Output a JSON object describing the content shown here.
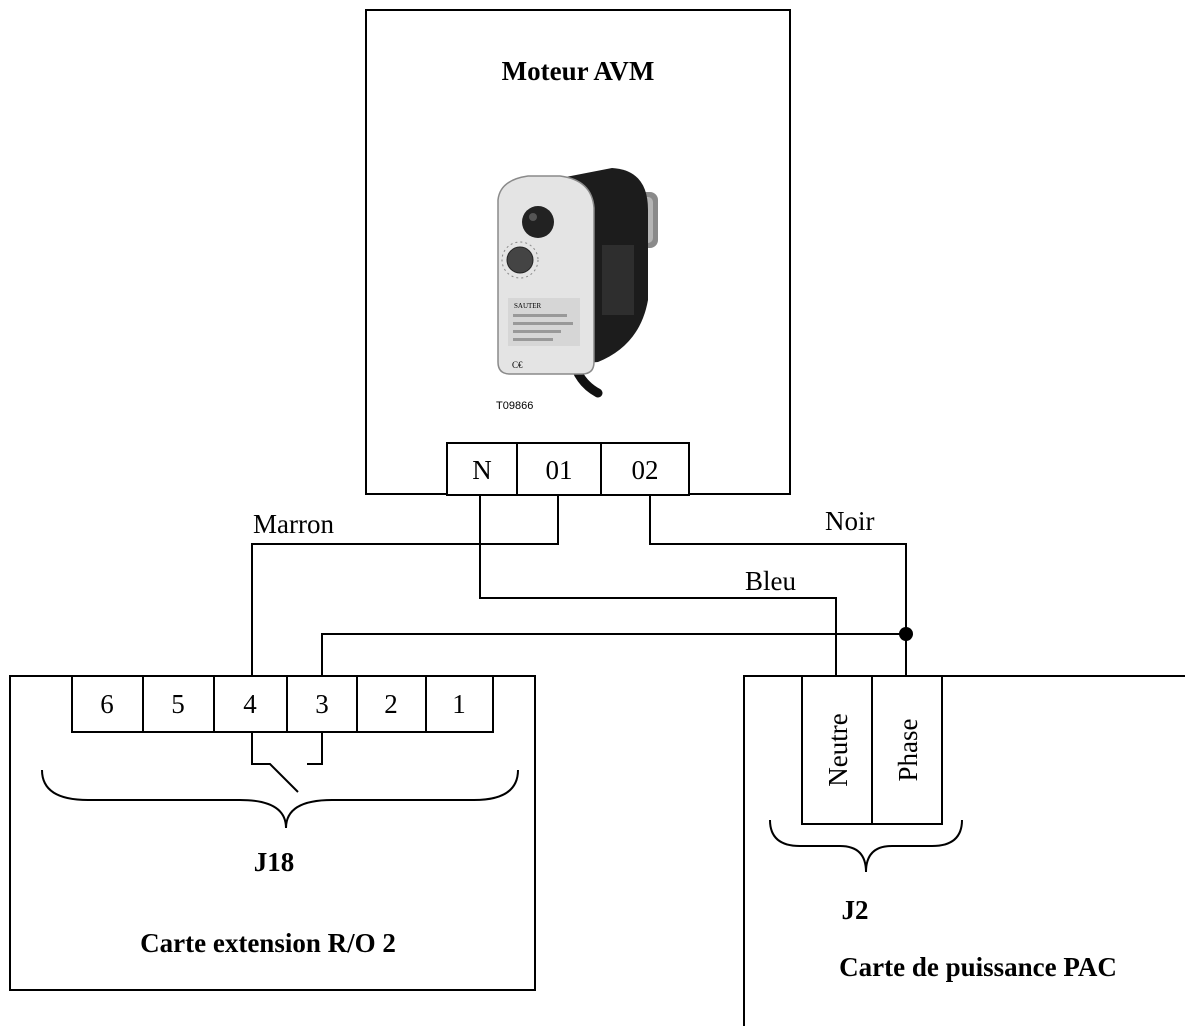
{
  "motor": {
    "title": "Moteur AVM",
    "photo_caption": "T09866",
    "brand": "SAUTER",
    "terminals": [
      "N",
      "01",
      "02"
    ]
  },
  "extension_card": {
    "title": "Carte extension R/O 2",
    "connector": "J18",
    "terminals": [
      "6",
      "5",
      "4",
      "3",
      "2",
      "1"
    ]
  },
  "power_card": {
    "title": "Carte de puissance PAC",
    "connector": "J2",
    "terminals": [
      "Neutre",
      "Phase"
    ]
  },
  "wires": {
    "marron": "Marron",
    "noir": "Noir",
    "bleu": "Bleu"
  }
}
